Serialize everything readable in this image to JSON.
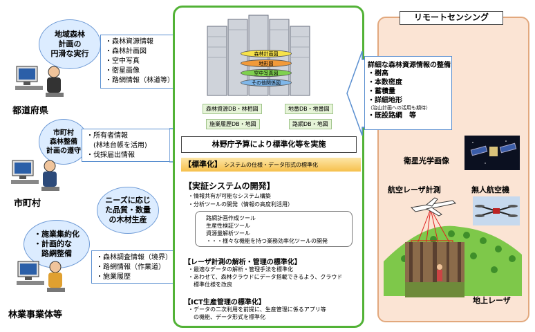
{
  "actors": {
    "prefecture": "都道府県",
    "municipality": "市町村",
    "forestry": "林業事業体等"
  },
  "bubbles": {
    "prefecture": "地域森林\n計画の\n円滑な実行",
    "municipality": "市町村\n森林整備\n計画の遵守",
    "needs": "ニーズに応じ\nた品質・数量\nの木材生産",
    "forestry": "・施業集約化\n・計画的な\n　路網整備"
  },
  "lists": {
    "prefecture": [
      "・森林資源情報",
      "・森林計画図",
      "・空中写真",
      "・衛星画像",
      "・路網情報（林道等）"
    ],
    "municipality": [
      "・所有者情報",
      "　(林地台帳を活用)",
      "・伐採届出情報"
    ],
    "forestry": [
      "・森林調査情報（境界）",
      "・路網情報（作業道）",
      "・施業履歴"
    ]
  },
  "database": {
    "layers": [
      "森林計画図",
      "地形図",
      "空中写真図",
      "その他関係図"
    ],
    "labels": [
      "森林資源DB・林相図",
      "地番DB・地番図",
      "施業履歴DB・地図",
      "路網DB・地図"
    ]
  },
  "center": {
    "budget": "林野庁予算により標準化等を実施",
    "standard_title": "【標準化】",
    "standard_sub": "システムの仕様・データ形式の標準化",
    "dev_title": "【実証システムの開発】",
    "dev_items": [
      "・情報共有が可能なシステム構築",
      "・分析ツールの開発（情報の高度利活用）"
    ],
    "tools": [
      "路網計画作成ツール",
      "生産性検証ツール",
      "資源量解析ツール",
      "・・・様々な機能を持つ業務効率化ツールの開発"
    ],
    "laser_title": "【レーザ計測の解析・管理の標準化】",
    "laser_items": [
      "・最適なデータの解析・管理手法を標準化",
      "・あわせて、森林クラウドにデータ搭載できるよう、クラウド",
      "　標準仕様を改良"
    ],
    "ict_title": "【ICT生産管理の標準化】",
    "ict_items": [
      "・データの二次利用を前提に、生産管理に係るアプリ等",
      "　の機能、データ形式を標準化"
    ]
  },
  "remote": {
    "title": "リモートセンシング",
    "detail_header": "詳細な森林資源情報の整備",
    "detail_items": [
      "・樹高",
      "・本数密度",
      "・蓄積量",
      "・詳細地形"
    ],
    "detail_note": "（治山計画への活用も期待）",
    "detail_last": "・既設路網　等",
    "satellite": "衛星光学画像",
    "airborne": "航空レーザ計測",
    "drone": "無人航空機",
    "ground": "地上レーザ"
  },
  "colors": {
    "green": "#52b236",
    "blue": "#5a8fd0",
    "orange_bar": "#f6c04c",
    "remote_bg": "#fbe4d4"
  }
}
